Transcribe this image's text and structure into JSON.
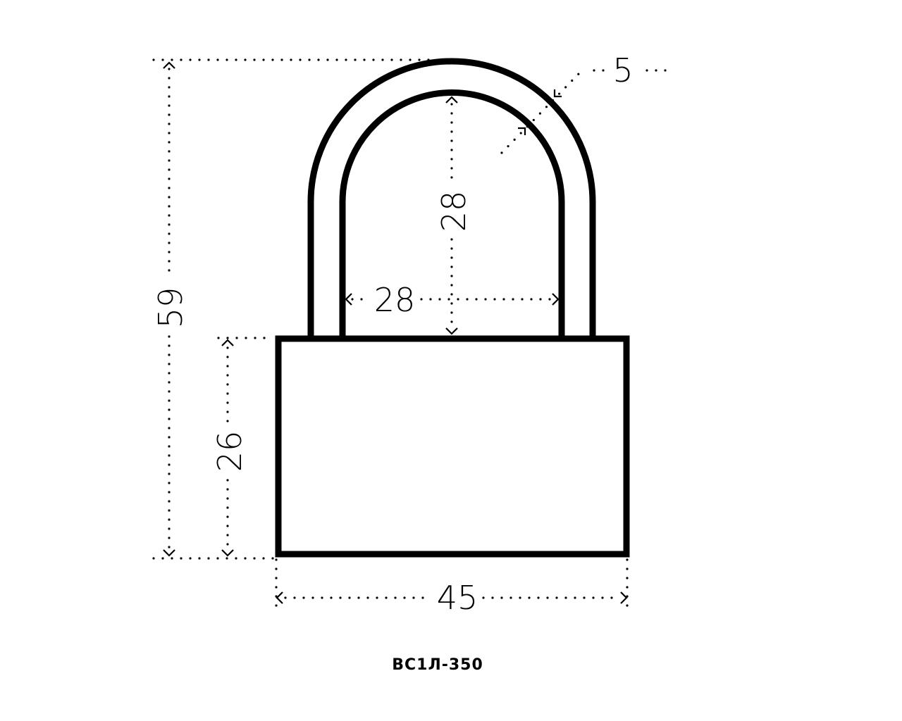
{
  "title": "ВС1Л-350",
  "dimensions": {
    "total_height": "59",
    "body_height": "26",
    "body_width": "45",
    "shackle_inner_width": "28",
    "shackle_inner_height": "28",
    "shackle_thickness": "5"
  },
  "colors": {
    "line": "#000000",
    "background": "#ffffff"
  }
}
